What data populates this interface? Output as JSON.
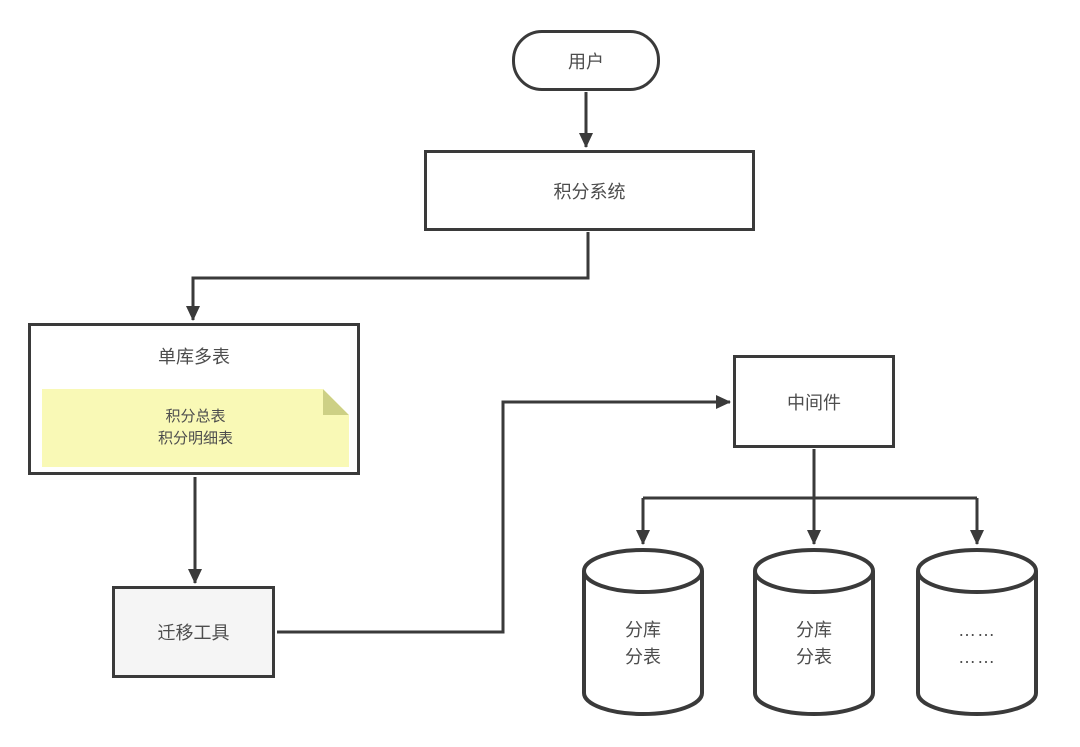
{
  "diagram": {
    "description": "Points system database sharding migration architecture diagram",
    "colors": {
      "stroke": "#3a3a3a",
      "text": "#4d4d4d",
      "note_fill": "#f9f9b6",
      "note_fold": "#cdd085",
      "tool_fill": "#f5f5f5",
      "background": "#ffffff"
    },
    "nodes": {
      "user": {
        "label": "用户",
        "shape": "rounded"
      },
      "points_system": {
        "label": "积分系统",
        "shape": "rectangle"
      },
      "single_db": {
        "label": "单库多表",
        "shape": "rectangle"
      },
      "note": {
        "line1": "积分总表",
        "line2": "积分明细表",
        "shape": "sticky-note"
      },
      "migration_tool": {
        "label": "迁移工具",
        "shape": "rectangle"
      },
      "middleware": {
        "label": "中间件",
        "shape": "rectangle"
      },
      "shard_db_1": {
        "line1": "分库",
        "line2": "分表",
        "shape": "cylinder"
      },
      "shard_db_2": {
        "line1": "分库",
        "line2": "分表",
        "shape": "cylinder"
      },
      "shard_db_3": {
        "line1": "……",
        "line2": "……",
        "shape": "cylinder"
      }
    },
    "edges": [
      {
        "from": "user",
        "to": "points_system"
      },
      {
        "from": "points_system",
        "to": "single_db"
      },
      {
        "from": "single_db",
        "to": "migration_tool"
      },
      {
        "from": "migration_tool",
        "to": "middleware"
      },
      {
        "from": "middleware",
        "to": "shard_db_1"
      },
      {
        "from": "middleware",
        "to": "shard_db_2"
      },
      {
        "from": "middleware",
        "to": "shard_db_3"
      }
    ]
  }
}
